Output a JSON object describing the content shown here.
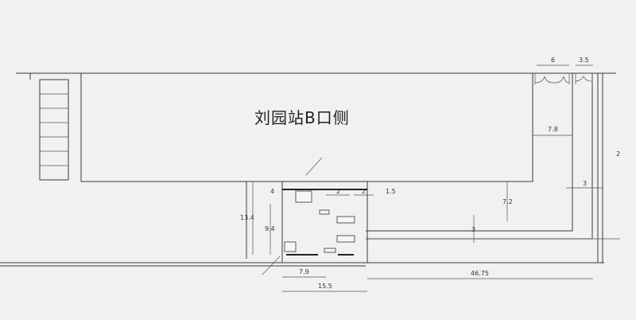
{
  "title": "刘园站B口侧",
  "dimensions": {
    "door_a": "6",
    "door_b": "3.5",
    "corridor_width": "7.8",
    "gap_height": "7.2",
    "right_gap": "3",
    "lane": "3",
    "left_height": "13.4",
    "inner_height": "9.4",
    "bottom_short": "7.9",
    "bottom_mid": "15.5",
    "bottom_long": "46.75",
    "side_mark": "2",
    "top_a": "2",
    "top_b": "2",
    "top_c": "1.5",
    "top_left": "4"
  }
}
